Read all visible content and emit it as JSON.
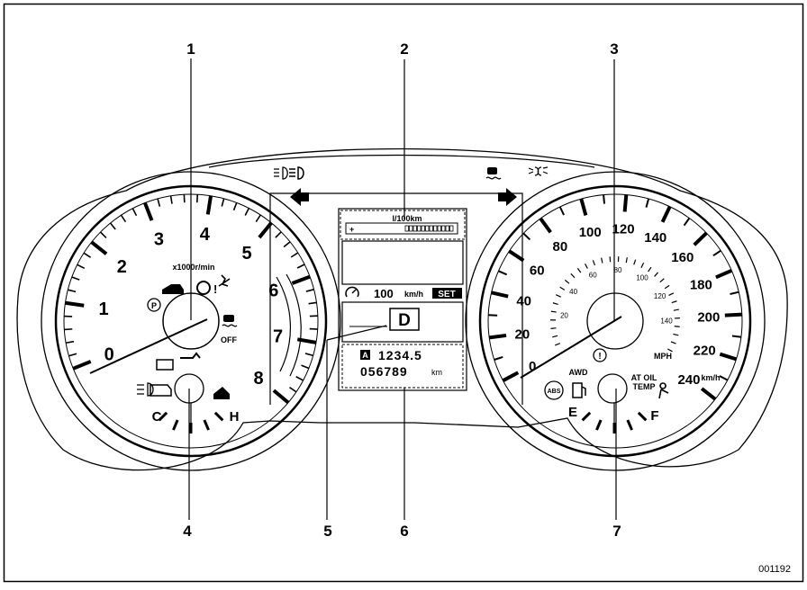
{
  "diagram": {
    "callouts": [
      "1",
      "2",
      "3",
      "4",
      "5",
      "6",
      "7"
    ],
    "tachometer": {
      "numerals": [
        "0",
        "1",
        "2",
        "3",
        "4",
        "5",
        "6",
        "7",
        "8"
      ],
      "unit": "x1000r/min",
      "temp_cold": "C",
      "temp_hot": "H",
      "warning_off": "OFF"
    },
    "display": {
      "fuel_unit": "l/100km",
      "plus_sign": "+",
      "cruise_speed": "100",
      "cruise_unit": "km/h",
      "set_label": "SET",
      "gear": "D",
      "trip_letter": "A",
      "trip_value": "1234.5",
      "odometer": "056789",
      "odo_unit": "km"
    },
    "speedometer": {
      "kmh_numerals": [
        "0",
        "20",
        "40",
        "60",
        "80",
        "100",
        "120",
        "140",
        "160",
        "180",
        "200",
        "220",
        "240"
      ],
      "mph_numerals": [
        "20",
        "40",
        "60",
        "80",
        "100",
        "120",
        "140"
      ],
      "mph_label": "MPH",
      "kmh_label": "km/h",
      "fuel_empty": "E",
      "fuel_full": "F",
      "awd_label": "AWD",
      "abs_label": "ABS",
      "at_oil_line1": "AT OIL",
      "at_oil_line2": "TEMP"
    },
    "figure_code": "001192"
  }
}
